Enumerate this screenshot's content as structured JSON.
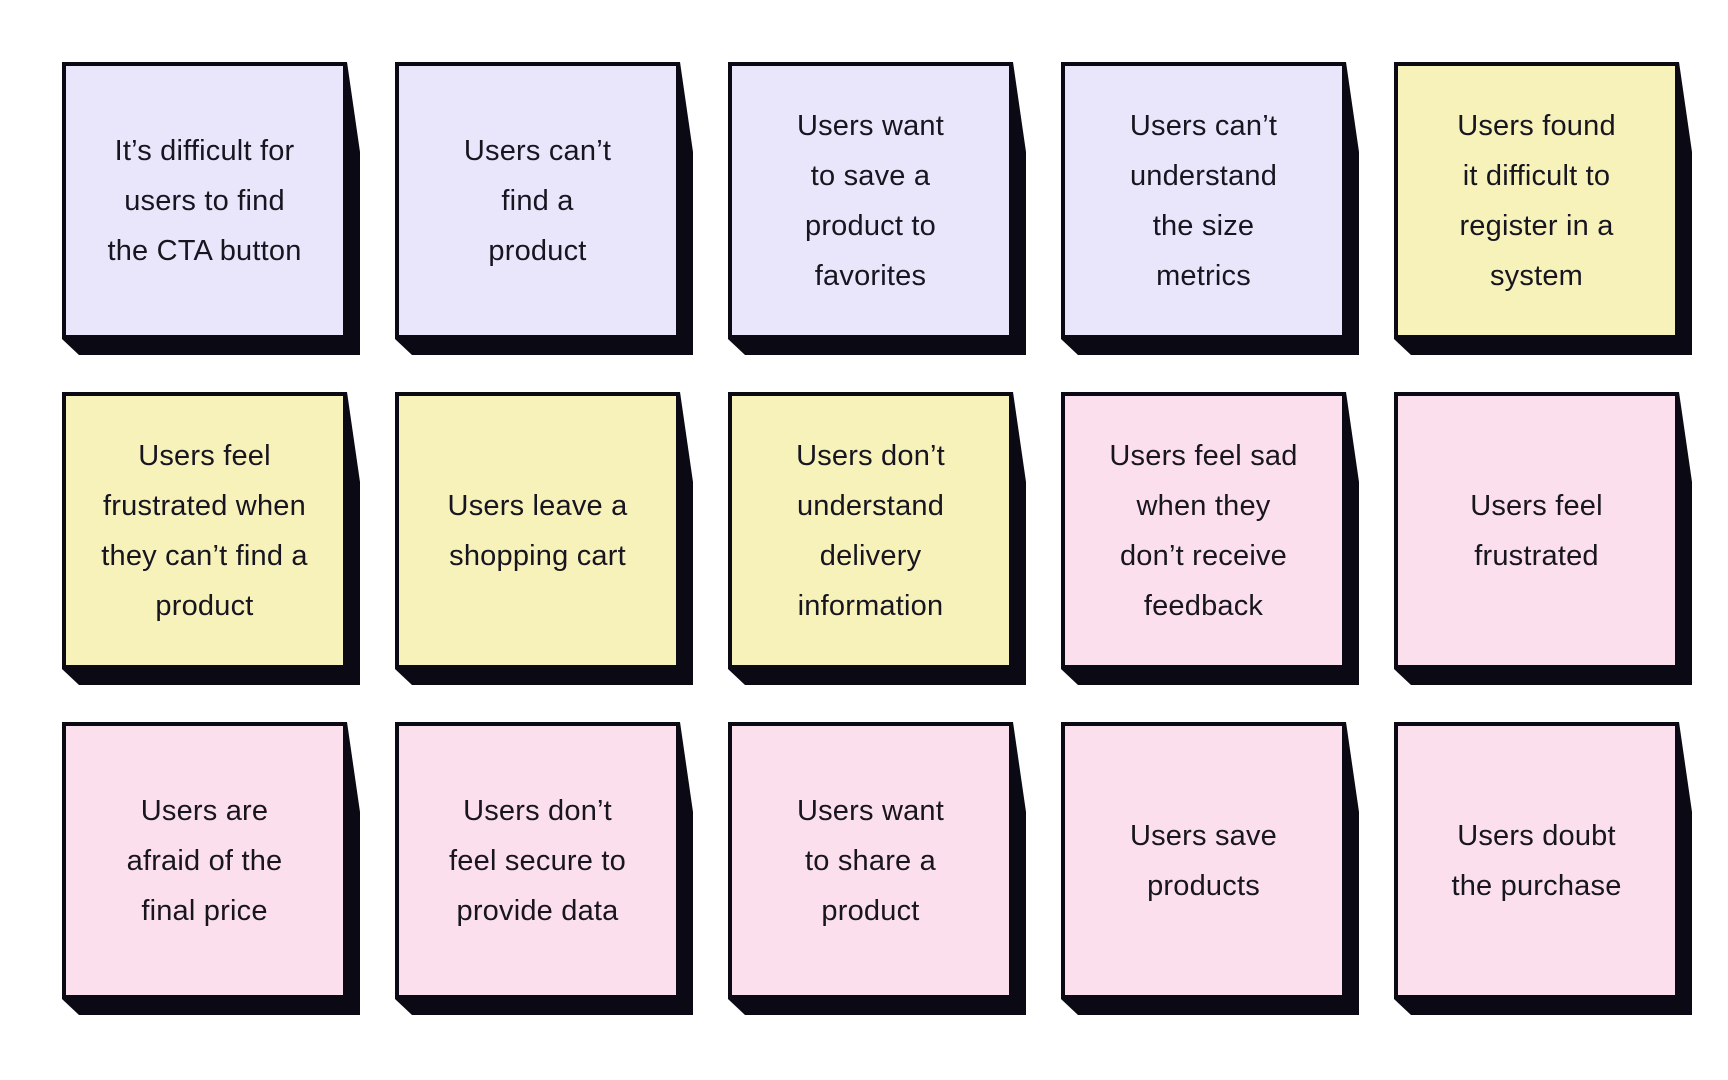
{
  "board": {
    "colors": {
      "lavender": "#e9e6fb",
      "yellow": "#f7f1ba",
      "pink": "#fcdfec",
      "outline": "#0b0914",
      "text": "#17151f",
      "background": "#ffffff"
    },
    "notes": [
      {
        "color": "lavender",
        "lines": [
          "It’s difficult for",
          "users to find",
          "the CTA button"
        ]
      },
      {
        "color": "lavender",
        "lines": [
          "Users can’t",
          "find a",
          "product"
        ]
      },
      {
        "color": "lavender",
        "lines": [
          "Users want",
          "to save a",
          "product to",
          "favorites"
        ]
      },
      {
        "color": "lavender",
        "lines": [
          "Users can’t",
          "understand",
          "the size",
          "metrics"
        ]
      },
      {
        "color": "yellow",
        "lines": [
          "Users found",
          "it difficult to",
          "register in a",
          "system"
        ]
      },
      {
        "color": "yellow",
        "lines": [
          "Users feel",
          "frustrated when",
          "they can’t find a",
          "product"
        ]
      },
      {
        "color": "yellow",
        "lines": [
          "Users leave a",
          "shopping cart"
        ]
      },
      {
        "color": "yellow",
        "lines": [
          "Users don’t",
          "understand",
          "delivery",
          "information"
        ]
      },
      {
        "color": "pink",
        "lines": [
          "Users feel sad",
          "when they",
          "don’t receive",
          "feedback"
        ]
      },
      {
        "color": "pink",
        "lines": [
          "Users feel",
          "frustrated"
        ]
      },
      {
        "color": "pink",
        "lines": [
          "Users are",
          "afraid of the",
          "final price"
        ]
      },
      {
        "color": "pink",
        "lines": [
          "Users don’t",
          "feel secure to",
          "provide data"
        ]
      },
      {
        "color": "pink",
        "lines": [
          "Users want",
          "to share a",
          "product"
        ]
      },
      {
        "color": "pink",
        "lines": [
          "Users save",
          "products"
        ]
      },
      {
        "color": "pink",
        "lines": [
          "Users doubt",
          "the purchase"
        ]
      }
    ]
  }
}
